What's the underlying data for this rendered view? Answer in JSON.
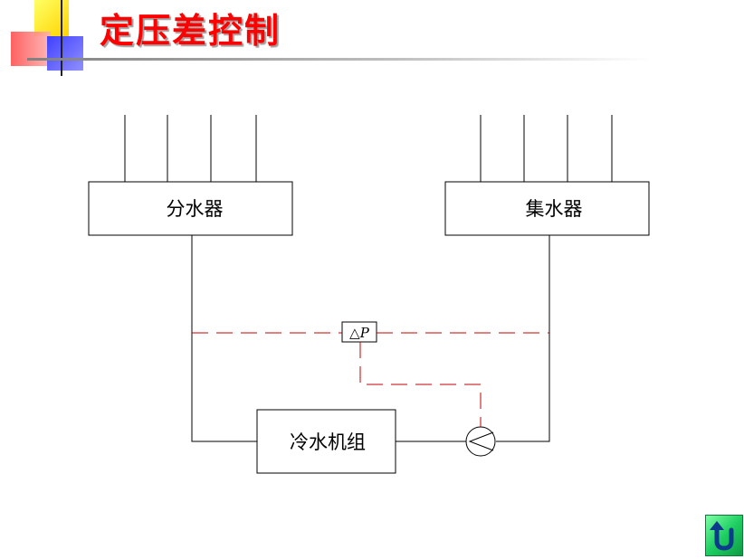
{
  "title": "定压差控制",
  "diagram": {
    "distributor_label": "分水器",
    "collector_label": "集水器",
    "chiller_label": "冷水机组",
    "dp_sensor_label": "△P"
  },
  "colors": {
    "title": "#ff0000",
    "signal_line": "#c00000",
    "pipe": "#000000",
    "back_button": "#1fcf62"
  },
  "icons": {
    "back_button": "u-turn-arrow-icon",
    "pump": "pump-icon"
  }
}
